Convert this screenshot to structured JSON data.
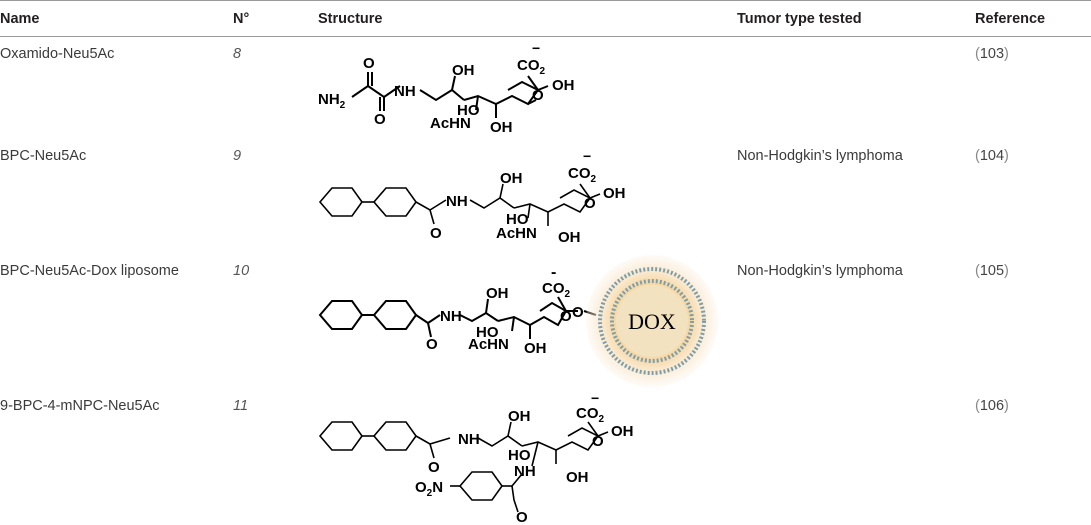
{
  "headers": {
    "name": "Name",
    "number": "N°",
    "structure": "Structure",
    "tumor": "Tumor type tested",
    "reference": "Reference"
  },
  "rows": [
    {
      "name": "Oxamido-Neu5Ac",
      "number": "8",
      "tumor": "",
      "reference": "103",
      "structure_labels": {
        "nh2": "NH2",
        "o1": "O",
        "o2": "O",
        "nh": "NH",
        "oh1": "OH",
        "co2": "CO2",
        "charge": "−",
        "oh2": "OH",
        "ho": "HO",
        "achn": "AcHN",
        "oh3": "OH",
        "ring_o": "O"
      }
    },
    {
      "name": "BPC-Neu5Ac",
      "number": "9",
      "tumor": "Non-Hodgkin’s lymphoma",
      "reference": "104",
      "structure_labels": {
        "nh": "NH",
        "o1": "O",
        "oh1": "OH",
        "co2": "CO2",
        "charge": "−",
        "oh2": "OH",
        "ho": "HO",
        "achn": "AcHN",
        "oh3": "OH",
        "ring_o": "O"
      }
    },
    {
      "name": "BPC-Neu5Ac-Dox liposome",
      "number": "10",
      "tumor": "Non-Hodgkin’s lymphoma",
      "reference": "105",
      "structure_labels": {
        "nh": "NH",
        "o1": "O",
        "oh1": "OH",
        "co2": "CO2",
        "charge": "-",
        "ho": "HO",
        "achn": "AcHN",
        "oh3": "OH",
        "ring_o": "O",
        "link_o": "O",
        "dox": "DOX"
      }
    },
    {
      "name": "9-BPC-4-mNPC-Neu5Ac",
      "number": "11",
      "tumor": "",
      "reference": "106",
      "structure_labels": {
        "nh": "NH",
        "o1": "O",
        "oh1": "OH",
        "co2": "CO2",
        "charge": "−",
        "oh2": "OH",
        "ho": "HO",
        "nh2": "NH",
        "oh3": "OH",
        "ring_o": "O",
        "no2": "O2N",
        "o3": "O"
      }
    }
  ]
}
